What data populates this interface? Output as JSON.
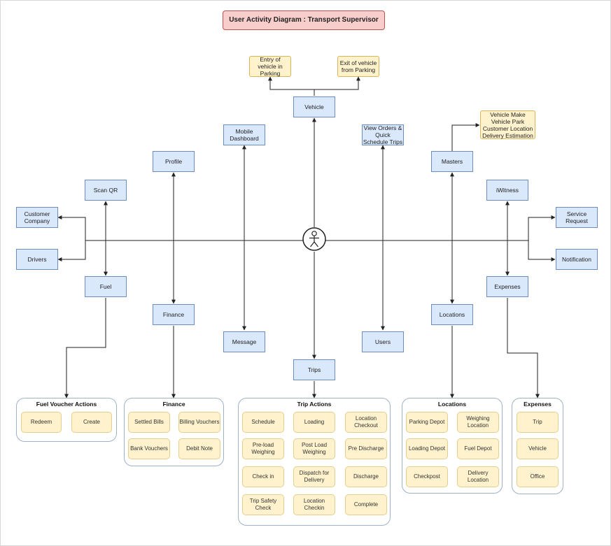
{
  "title": "User Activity Diagram : Transport Supervisor",
  "actor_icon": "person-icon",
  "nodes": {
    "entry_vehicle": "Entry  of vehicle in Parking",
    "exit_vehicle": "Exit of vehicle from Parking",
    "vehicle": "Vehicle",
    "mobile_dashboard": "Mobile Dashboard",
    "view_orders": "View Orders & Quick Schedule Trips",
    "masters_note": "Vehicle Make Vehicle Park Customer Location Delivery Estimation",
    "masters": "Masters",
    "profile": "Profile",
    "scan_qr": "Scan QR",
    "iwitness": "iWitness",
    "customer_company": "Customer Company",
    "drivers": "Drivers",
    "service_request": "Service Request",
    "notification": "Notification",
    "fuel": "Fuel",
    "finance": "Finance",
    "expenses": "Expenses",
    "locations": "Locations",
    "message": "Message",
    "users": "Users",
    "trips": "Trips"
  },
  "groups": {
    "fuel_voucher": {
      "title": "Fuel Voucher Actions",
      "items": [
        "Redeem",
        "Create"
      ]
    },
    "finance": {
      "title": "Finance",
      "items": [
        "Settled Bills",
        "Billing Vouchers",
        "Bank Vouchers",
        "Debit Note"
      ]
    },
    "trip_actions": {
      "title": "Trip Actions",
      "items": [
        "Schedule",
        "Loading",
        "Location Checkout",
        "Pre-load Weighing",
        "Post Load Weighing",
        "Pre Discharge",
        "Check in",
        "Dispatch for Delivery",
        "Discharge",
        "Trip Safety Check",
        "Location Checkin",
        "Complete"
      ]
    },
    "locations": {
      "title": "Locations",
      "items": [
        "Parking Depot",
        "Weighing Location",
        "Loading Depot",
        "Fuel Depot",
        "Checkpost",
        "Delivery Location"
      ]
    },
    "expenses": {
      "title": "Expenses",
      "items": [
        "Trip",
        "Vehicle",
        "Office"
      ]
    }
  }
}
